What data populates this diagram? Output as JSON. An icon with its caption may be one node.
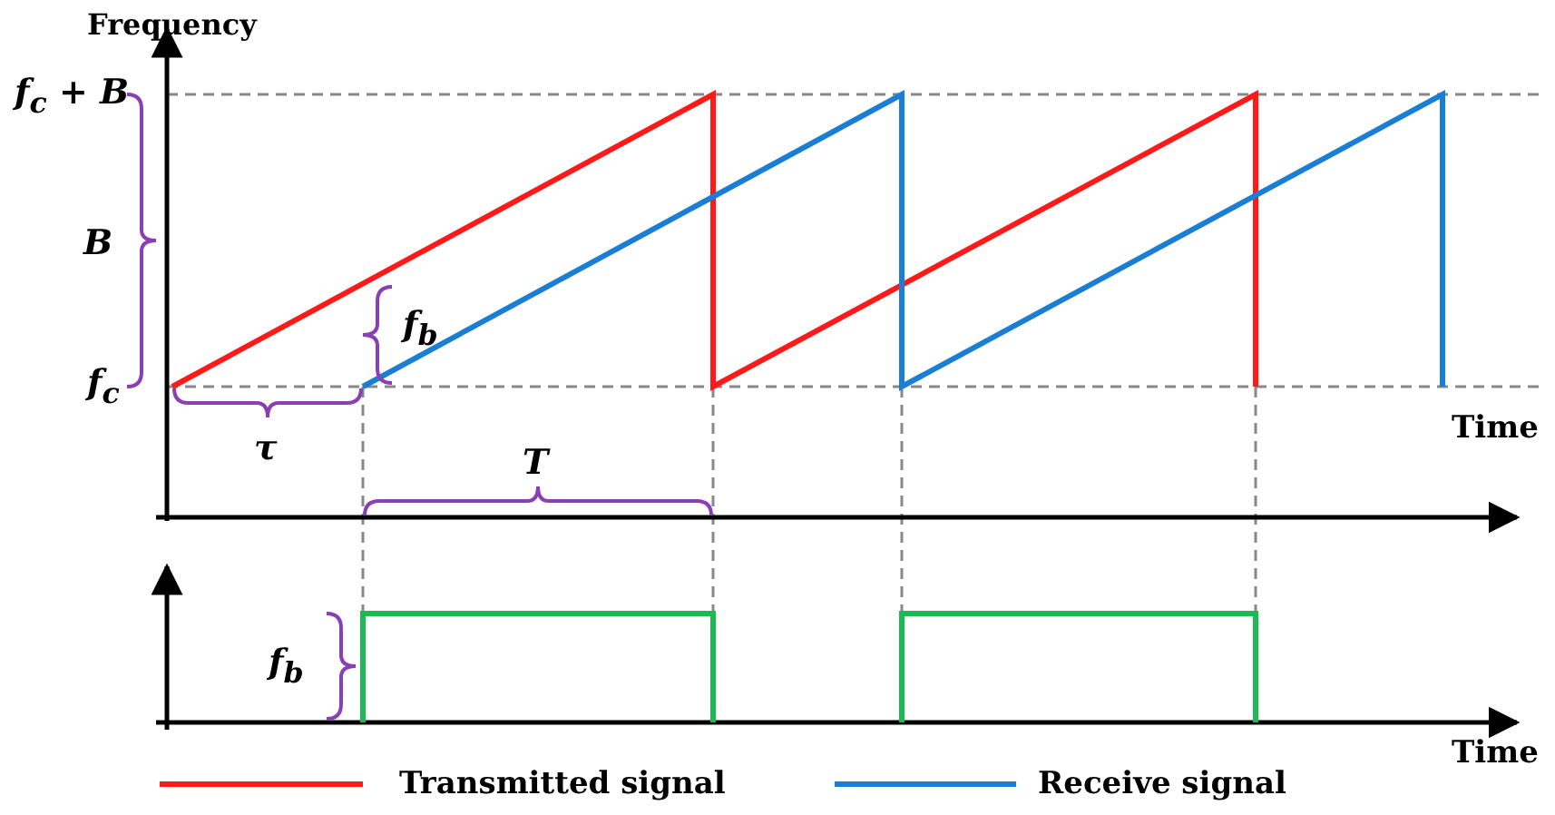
{
  "diagram": {
    "labels": [
      "Frequency",
      "f$_{c}$ + B",
      "B",
      "f$_{c}$",
      "f$_{b}$",
      "τ",
      "T",
      "Time",
      "f$_{b}$",
      "Time"
    ],
    "legend": [
      {
        "text": "Transmitted signal"
      },
      {
        "text": "Receive signal"
      }
    ]
  }
}
